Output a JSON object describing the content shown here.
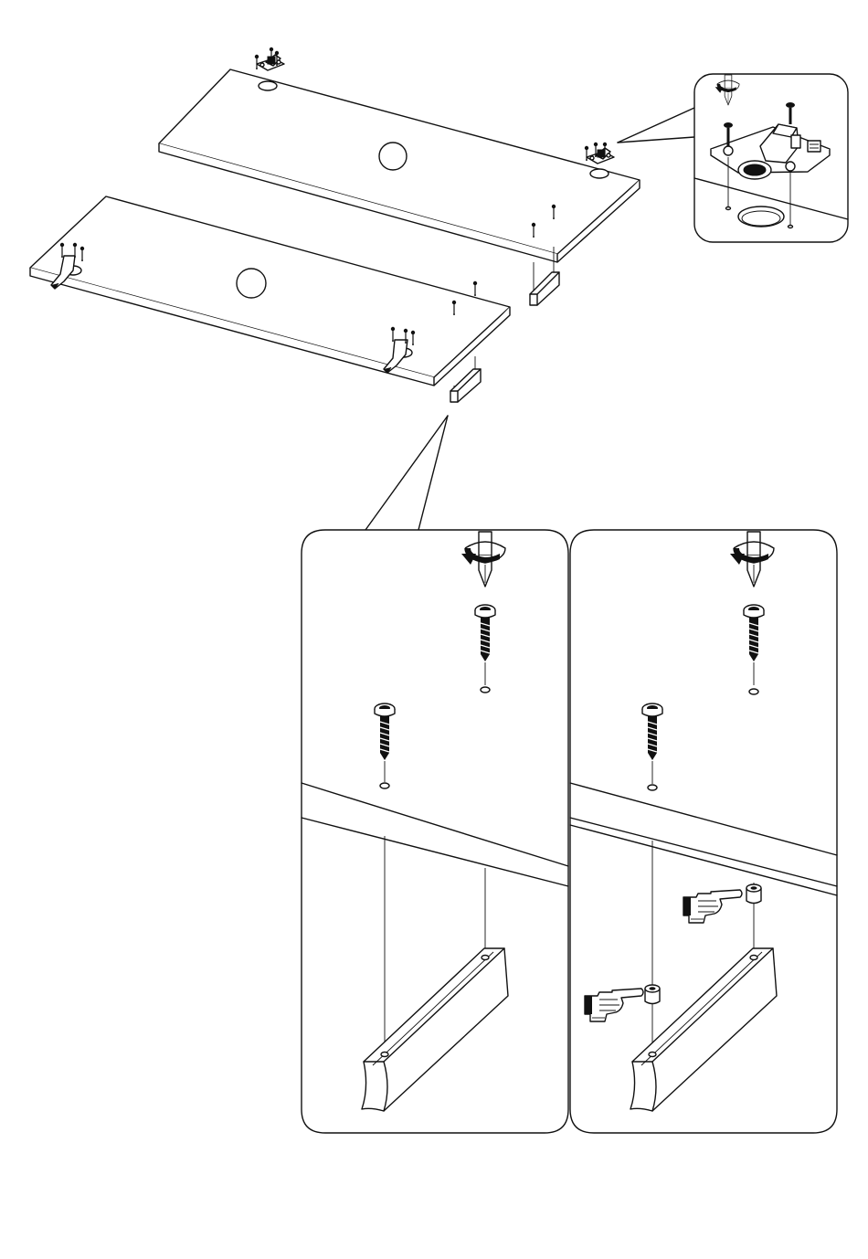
{
  "page": {
    "background": "#ffffff",
    "line_color": "#111111"
  },
  "figure": {
    "panels": [
      {
        "name": "shelf-top"
      },
      {
        "name": "shelf-bottom"
      },
      {
        "name": "hinge-detail"
      },
      {
        "name": "handle-detail-without-spacers"
      },
      {
        "name": "handle-detail-with-spacers"
      }
    ],
    "icons": [
      "hinge-icon",
      "screw-icon",
      "screwdriver-icon",
      "handle-icon",
      "spacer-icon",
      "pointing-hand-icon"
    ]
  }
}
